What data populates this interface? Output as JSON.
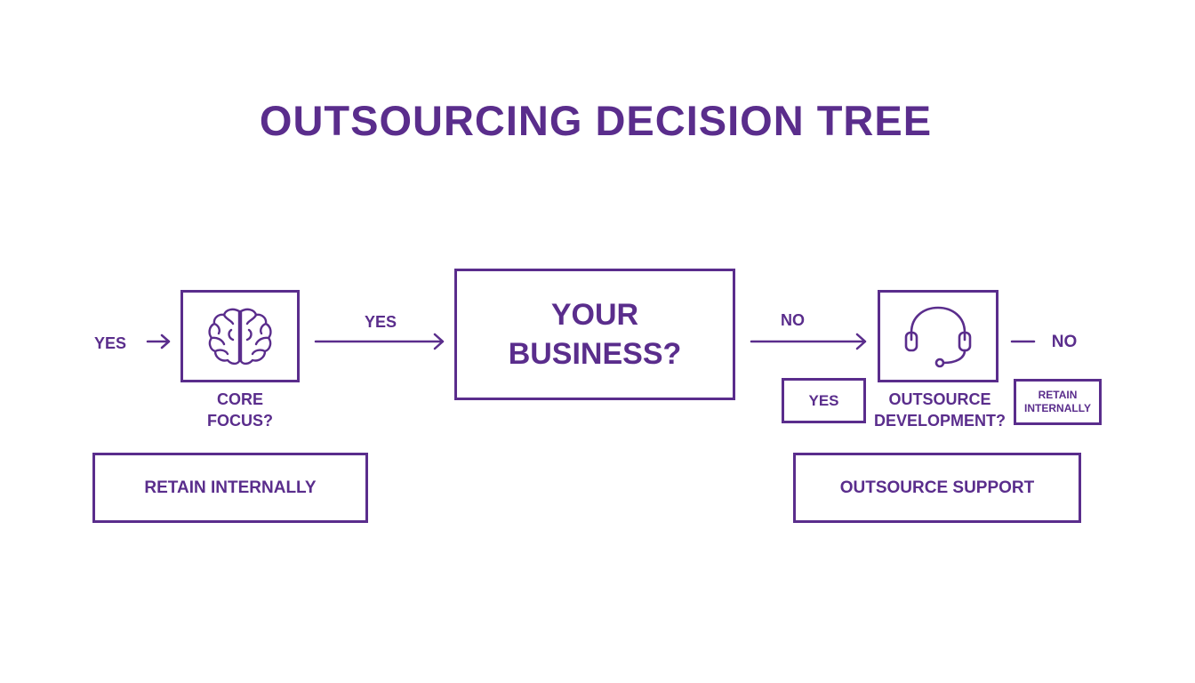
{
  "title": "OUTSOURCING DECISION TREE",
  "colors": {
    "accent": "#5a2d8c",
    "background": "#ffffff"
  },
  "left": {
    "yes_entry": "YES",
    "icon": "brain-icon",
    "question_line1": "CORE",
    "question_line2": "FOCUS?",
    "yes_arrow": "YES",
    "outcome": "RETAIN INTERNALLY"
  },
  "center": {
    "question_line1": "YOUR",
    "question_line2": "BUSINESS?"
  },
  "right": {
    "no_arrow": "NO",
    "icon": "headset-icon",
    "question_line1": "OUTSOURCE",
    "question_line2": "DEVELOPMENT?",
    "no_exit": "NO",
    "yes_box": "YES",
    "retain_line1": "RETAIN",
    "retain_line2": "INTERNALLY",
    "outcome": "OUTSOURCE SUPPORT"
  }
}
